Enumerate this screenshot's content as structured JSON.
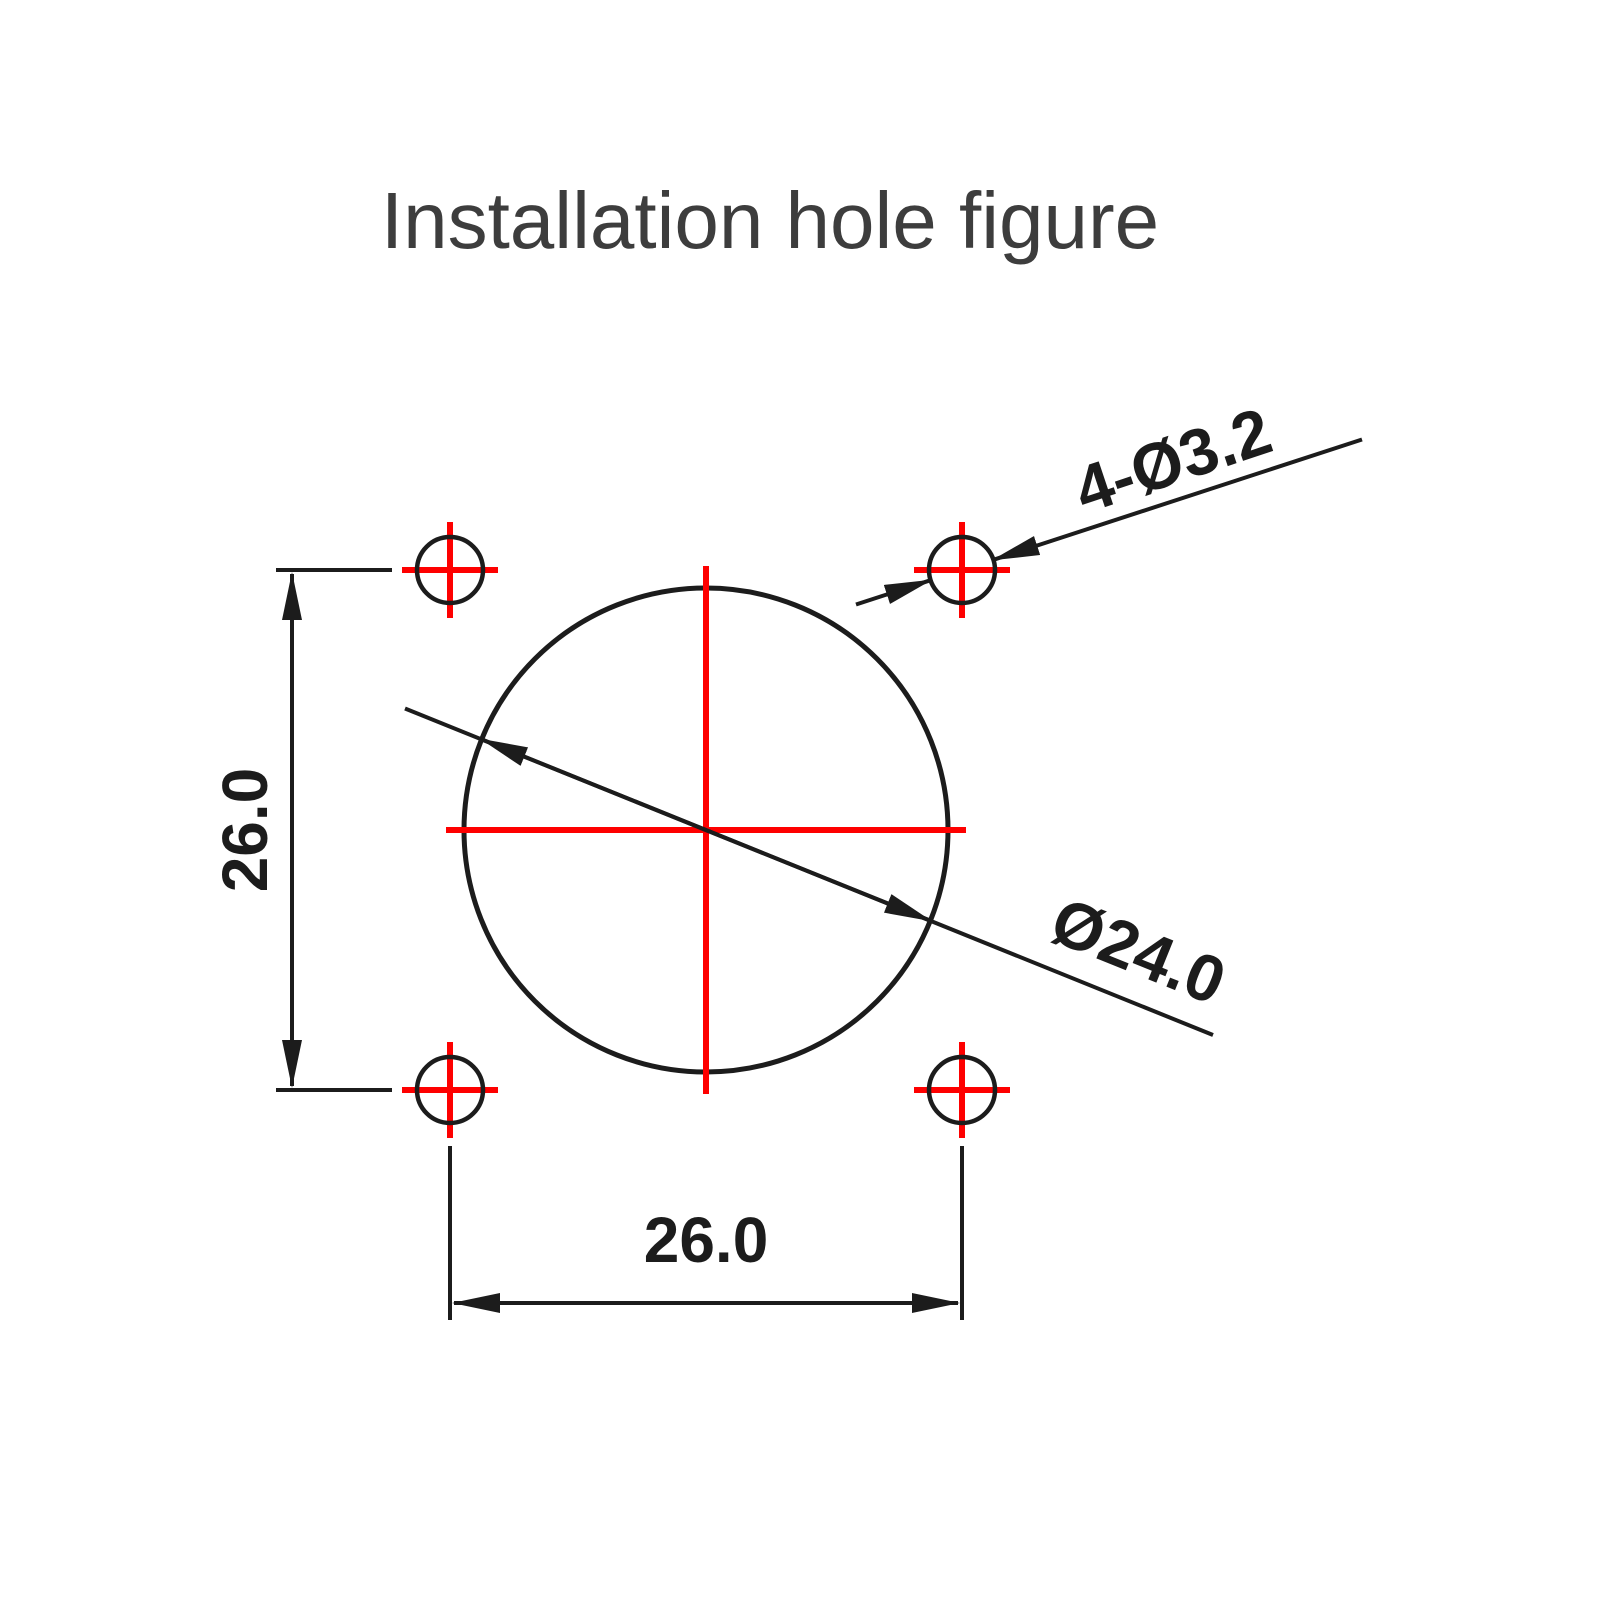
{
  "title": "Installation hole figure",
  "colors": {
    "line": "#1c1c1c",
    "red": "#fe0000",
    "title": "#3d3d3d",
    "background": "#ffffff"
  },
  "labels": {
    "hole_callout": "4-Ø3.2",
    "circle_diameter": "Ø24.0",
    "vertical_spacing": "26.0",
    "horizontal_spacing": "26.0"
  }
}
